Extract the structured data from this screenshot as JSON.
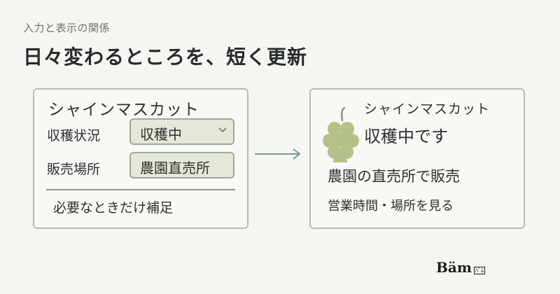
{
  "eyebrow": "入力と表示の関係",
  "headline": "日々変わるところを、短く更新",
  "input_card": {
    "product_name": "シャインマスカット",
    "status_label": "収穫状況",
    "status_value": "収穫中",
    "place_label": "販売場所",
    "place_value": "農園直売所",
    "note": "必要なときだけ補足"
  },
  "preview_card": {
    "product_name": "シャインマスカット",
    "status_text": "収穫中です",
    "place_text": "農園の直売所で販売",
    "link_text": "営業時間・場所を見る"
  },
  "logo": {
    "word": "Bäm",
    "sub": "ﾊﾞﾑ"
  },
  "colors": {
    "background": "#f5f5f2",
    "card_border": "#b6bdb3",
    "field_fill": "#e3e8da",
    "grape": "#b4c289",
    "arrow": "#7a9a90"
  }
}
